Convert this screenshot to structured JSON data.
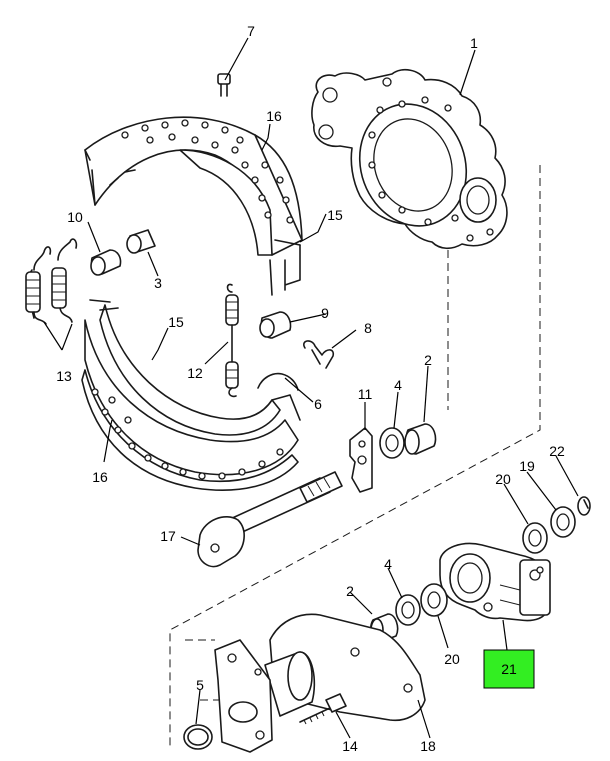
{
  "callouts": {
    "c1": "1",
    "c2a": "2",
    "c2b": "2",
    "c3": "3",
    "c4a": "4",
    "c4b": "4",
    "c5": "5",
    "c6": "6",
    "c7": "7",
    "c8": "8",
    "c9": "9",
    "c10": "10",
    "c11": "11",
    "c12": "12",
    "c13": "13",
    "c14": "14",
    "c15a": "15",
    "c15b": "15",
    "c16a": "16",
    "c16b": "16",
    "c17": "17",
    "c18": "18",
    "c19": "19",
    "c20a": "20",
    "c20b": "20",
    "c21": "21",
    "c22": "22"
  },
  "highlight_color": "#33ee22"
}
